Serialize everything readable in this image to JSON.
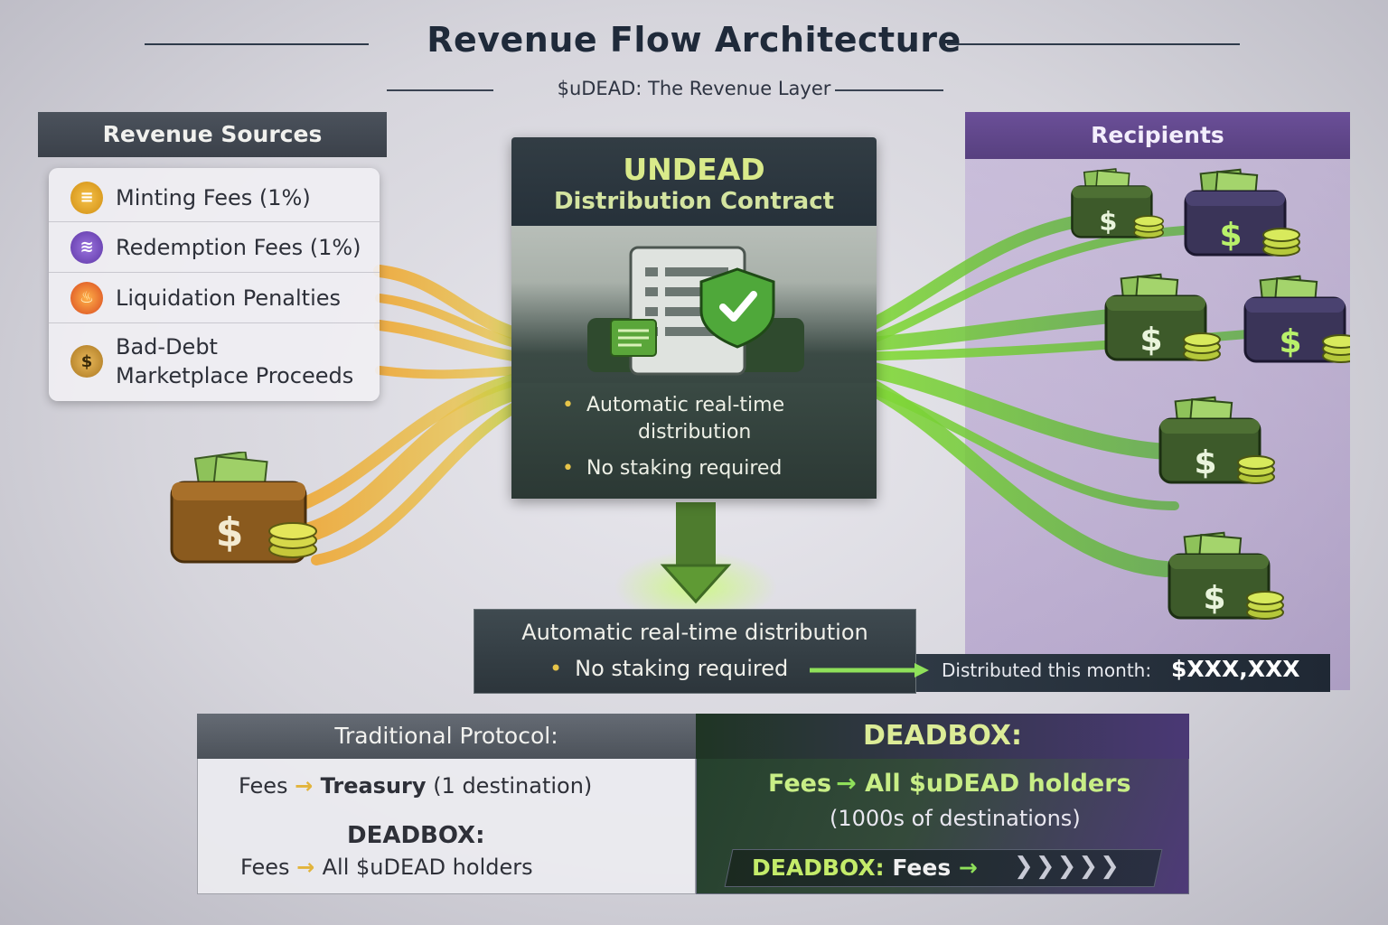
{
  "title": "Revenue Flow Architecture",
  "subtitle": "$uDEAD: The Revenue Layer",
  "sources": {
    "header": "Revenue Sources",
    "items": [
      {
        "label": "Minting Fees (1%)",
        "icon": "coin-stack-icon",
        "color": "#e0a21c"
      },
      {
        "label": "Redemption Fees (1%)",
        "icon": "purple-token-icon",
        "color": "#7a4cc2"
      },
      {
        "label": "Liquidation Penalties",
        "icon": "flame-icon",
        "color": "#e8632a"
      },
      {
        "label": "Bad-Debt",
        "label2": "Marketplace Proceeds",
        "icon": "money-bag-icon",
        "color": "#c08a2a"
      }
    ]
  },
  "contract": {
    "title": "UNDEAD",
    "subtitle": "Distribution Contract",
    "bullets": [
      "Automatic real-time",
      "distribution",
      "No staking required"
    ]
  },
  "distribution": {
    "line1": "Automatic real-time distribution",
    "line2": "No staking required",
    "month_label": "Distributed this month:",
    "amount": "$XXX,XXX"
  },
  "recipients": {
    "header": "Recipients"
  },
  "comparison": {
    "traditional": {
      "title": "Traditional Protocol:",
      "row1_from": "Fees",
      "row1_to": "Treasury",
      "row1_note": "(1 destination)",
      "label": "DEADBOX:",
      "row2_from": "Fees",
      "row2_to": "All $uDEAD holders"
    },
    "deadbox": {
      "title": "DEADBOX:",
      "row_from": "Fees",
      "row_to": "All $uDEAD holders",
      "note": "(1000s of destinations)",
      "tag_label": "DEADBOX:",
      "tag_value": "Fees",
      "chevrons": "❯❯❯❯❯"
    }
  },
  "colors": {
    "flow_orange": "#f2a22a",
    "flow_green": "#7fd23a",
    "accent_purple": "#6b4f98",
    "dark_panel": "#2c3a36"
  }
}
